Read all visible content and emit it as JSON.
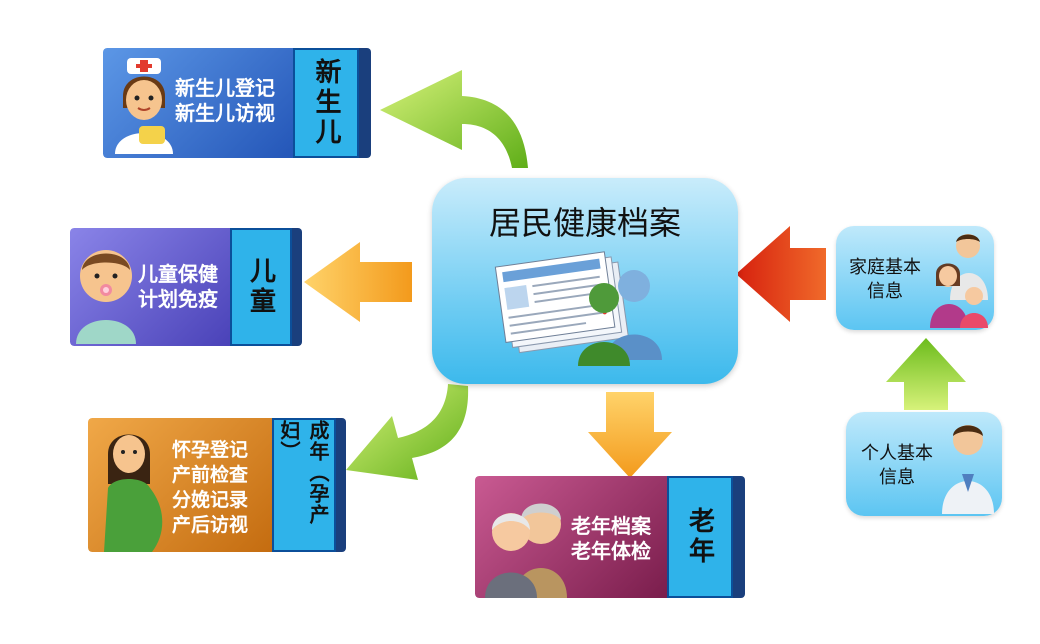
{
  "center": {
    "title": "居民健康档案"
  },
  "cards": {
    "newborn": {
      "tab": "新生儿",
      "lines": [
        "新生儿登记",
        "新生儿访视"
      ]
    },
    "child": {
      "tab": "儿童",
      "lines": [
        "儿童保健",
        "计划免疫"
      ]
    },
    "adult": {
      "tab": "成年（孕产妇）",
      "lines": [
        "怀孕登记",
        "产前检查",
        "分娩记录",
        "产后访视"
      ]
    },
    "elderly": {
      "tab": "老年",
      "lines": [
        "老年档案",
        "老年体检"
      ]
    }
  },
  "info": {
    "family": {
      "lines": [
        "家庭基本",
        "信息"
      ]
    },
    "personal": {
      "lines": [
        "个人基本",
        "信息"
      ]
    }
  },
  "colors": {
    "newborn": "#2f6fd0",
    "child": "#5b57c8",
    "adult": "#d98a1c",
    "elderly": "#a0306a",
    "tab": "#2fb3ea",
    "arrow_green": "#8fd12a",
    "arrow_orange": "#f7a823",
    "arrow_red": "#e83a1a"
  }
}
